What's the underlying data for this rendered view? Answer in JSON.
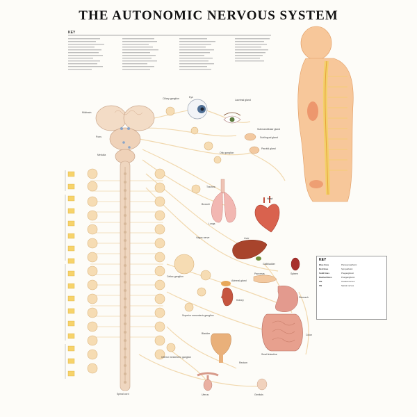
{
  "title": "THE AUTONOMIC NERVOUS SYSTEM",
  "key": {
    "heading": "KEY"
  },
  "labels": {
    "midbrain": "Midbrain",
    "pons": "Pons",
    "medulla": "Medulla",
    "spinal_cord": "Spinal cord",
    "eye": "Eye",
    "lacrimal_gland": "Lacrimal gland",
    "submandibular_gland": "Submandibular gland",
    "sublingual_gland": "Sublingual gland",
    "parotid_gland": "Parotid gland",
    "trachea": "Trachea",
    "bronchi": "Bronchi",
    "lungs": "Lungs",
    "heart": "Heart",
    "liver": "Liver",
    "gallbladder": "Gallbladder",
    "spleen": "Spleen",
    "stomach": "Stomach",
    "pancreas": "Pancreas",
    "kidney": "Kidney",
    "adrenal_gland": "Adrenal gland",
    "small_intestine": "Small intestine",
    "colon": "Colon",
    "rectum": "Rectum",
    "bladder": "Bladder",
    "uterus": "Uterus",
    "genitals": "Genitals",
    "celiac_ganglion": "Celiac ganglion",
    "superior_mesenteric_ganglion": "Superior mesenteric ganglion",
    "inferior_mesenteric_ganglion": "Inferior mesenteric ganglion",
    "ciliary_ganglion": "Ciliary ganglion",
    "otic_ganglion": "Otic ganglion",
    "vagus_nerve": "Vagus nerve"
  },
  "legend": {
    "title": "KEY",
    "rows": [
      {
        "k": "Blue lines",
        "v": "Parasympathetic"
      },
      {
        "k": "Red lines",
        "v": "Sympathetic"
      },
      {
        "k": "Solid lines",
        "v": "Preganglionic"
      },
      {
        "k": "Dashed lines",
        "v": "Postganglionic"
      },
      {
        "k": "CN",
        "v": "Cranial nerves"
      },
      {
        "k": "SN",
        "v": "Spinal nerves"
      }
    ]
  },
  "footer": {
    "left": "",
    "right": ""
  },
  "colors": {
    "nerve": "#f3d39a",
    "ganglion": "#f6dcb3",
    "ganglion_stroke": "#d9b27a",
    "skin": "#f7c79a",
    "organ_red": "#d9624e",
    "liver": "#a8442c",
    "yellow_seg": "#f7d36a"
  }
}
